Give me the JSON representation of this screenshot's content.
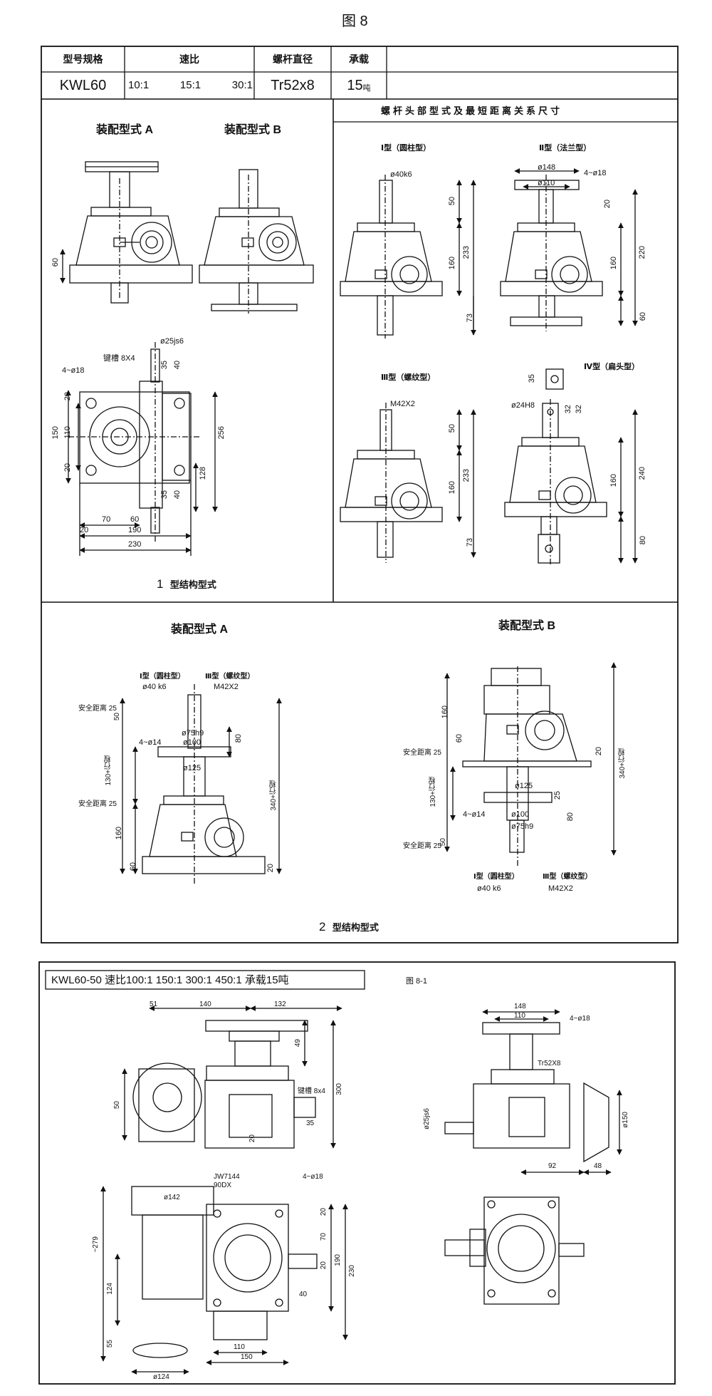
{
  "page_title": "图 8",
  "spec_table": {
    "headers": [
      "型号规格",
      "速比",
      "螺杆直径",
      "承载"
    ],
    "model": "KWL60",
    "ratios": [
      "10:1",
      "15:1",
      "30:1"
    ],
    "screw": "Tr52x8",
    "load_value": "15",
    "load_unit": "吨"
  },
  "section1": {
    "label_a": "装配型式 A",
    "label_b": "装配型式 B",
    "caption_num": "1",
    "caption_text": "型结构型式",
    "dims": {
      "d60": "60",
      "shaft": "ø25js6",
      "key": "键槽 8X4",
      "d35": "35",
      "d40": "40",
      "holes": "4~ø18",
      "d150": "150",
      "d110": "110",
      "d20a": "20",
      "d20b": "20",
      "d256": "256",
      "d128": "128",
      "d35b": "35",
      "d40b": "40",
      "d70": "70",
      "d60b": "60",
      "d190": "190",
      "d20c": "20",
      "d230": "230"
    }
  },
  "head_types": {
    "title": "螺杆头部型式及最短距离关系尺寸",
    "type1": {
      "name": "Ⅰ型（圆柱型）",
      "dia": "ø40k6",
      "d50": "50",
      "d233": "233",
      "d160": "160",
      "d73": "73"
    },
    "type2": {
      "name": "Ⅱ型（法兰型）",
      "d148": "ø148",
      "d110": "ø110",
      "holes": "4~ø18",
      "d20": "20",
      "d220": "220",
      "d160": "160",
      "d60": "60"
    },
    "type3": {
      "name": "Ⅲ型（螺纹型）",
      "thread": "M42X2",
      "d50": "50",
      "d233": "233",
      "d160": "160",
      "d73": "73"
    },
    "type4": {
      "name": "Ⅳ型（扁头型）",
      "d35": "35",
      "dia": "ø24H8",
      "d32a": "32",
      "d32b": "32",
      "d240": "240",
      "d160": "160",
      "d80": "80"
    }
  },
  "section2": {
    "label_a": "装配型式 A",
    "label_b": "装配型式 B",
    "caption_num": "2",
    "caption_text": "型结构型式",
    "a": {
      "t1": "Ⅰ型（圆柱型）",
      "t1dia": "ø40 k6",
      "t3": "Ⅲ型（螺纹型）",
      "t3thread": "M42X2",
      "safe1": "安全距离 25",
      "d50": "50",
      "d75": "ø75h9",
      "holes": "4~ø14",
      "d100": "ø100",
      "d80": "80",
      "d125": "ø125",
      "d130": "130+行程",
      "d340": "340+行程",
      "safe2": "安全距离 25",
      "d160": "160",
      "d60": "60",
      "d20": "20"
    },
    "b": {
      "d160": "160",
      "d60": "60",
      "d20": "20",
      "safe1": "安全距离 25",
      "d125": "ø125",
      "d130": "130+行程",
      "d340": "340+行程",
      "d25": "25",
      "holes": "4~ø14",
      "d100": "ø100",
      "d75": "ø75h9",
      "d80": "80",
      "safe2": "安全距离 25",
      "d50": "50",
      "t1": "Ⅰ型（圆柱型）",
      "t1dia": "ø40 k6",
      "t3": "Ⅲ型（螺纹型）",
      "t3thread": "M42X2"
    }
  },
  "section3": {
    "header": "KWL60-50  速比100:1  150:1  300:1  450:1  承载15吨",
    "fig": "图 8-1",
    "dims": {
      "d51": "51",
      "d140": "140",
      "d132": "132",
      "d49": "49",
      "d300": "300",
      "d50": "50",
      "key": "键槽 8x4",
      "d35": "35",
      "d20": "20",
      "motor": "JW7144",
      "motor2": "90DX",
      "d142": "ø142",
      "holes": "4~ø18",
      "d279": "~279",
      "d124": "124",
      "d55": "55",
      "d124b": "ø124",
      "d20b": "20",
      "d70": "70",
      "d20c": "20",
      "d190": "190",
      "d230": "230",
      "d40": "40",
      "d110": "110",
      "d150": "150",
      "r148": "148",
      "r110": "110",
      "rholes": "4~ø18",
      "rscrew": "Tr52X8",
      "r25": "ø25js6",
      "r150": "ø150",
      "r92": "92",
      "r48": "48"
    }
  }
}
